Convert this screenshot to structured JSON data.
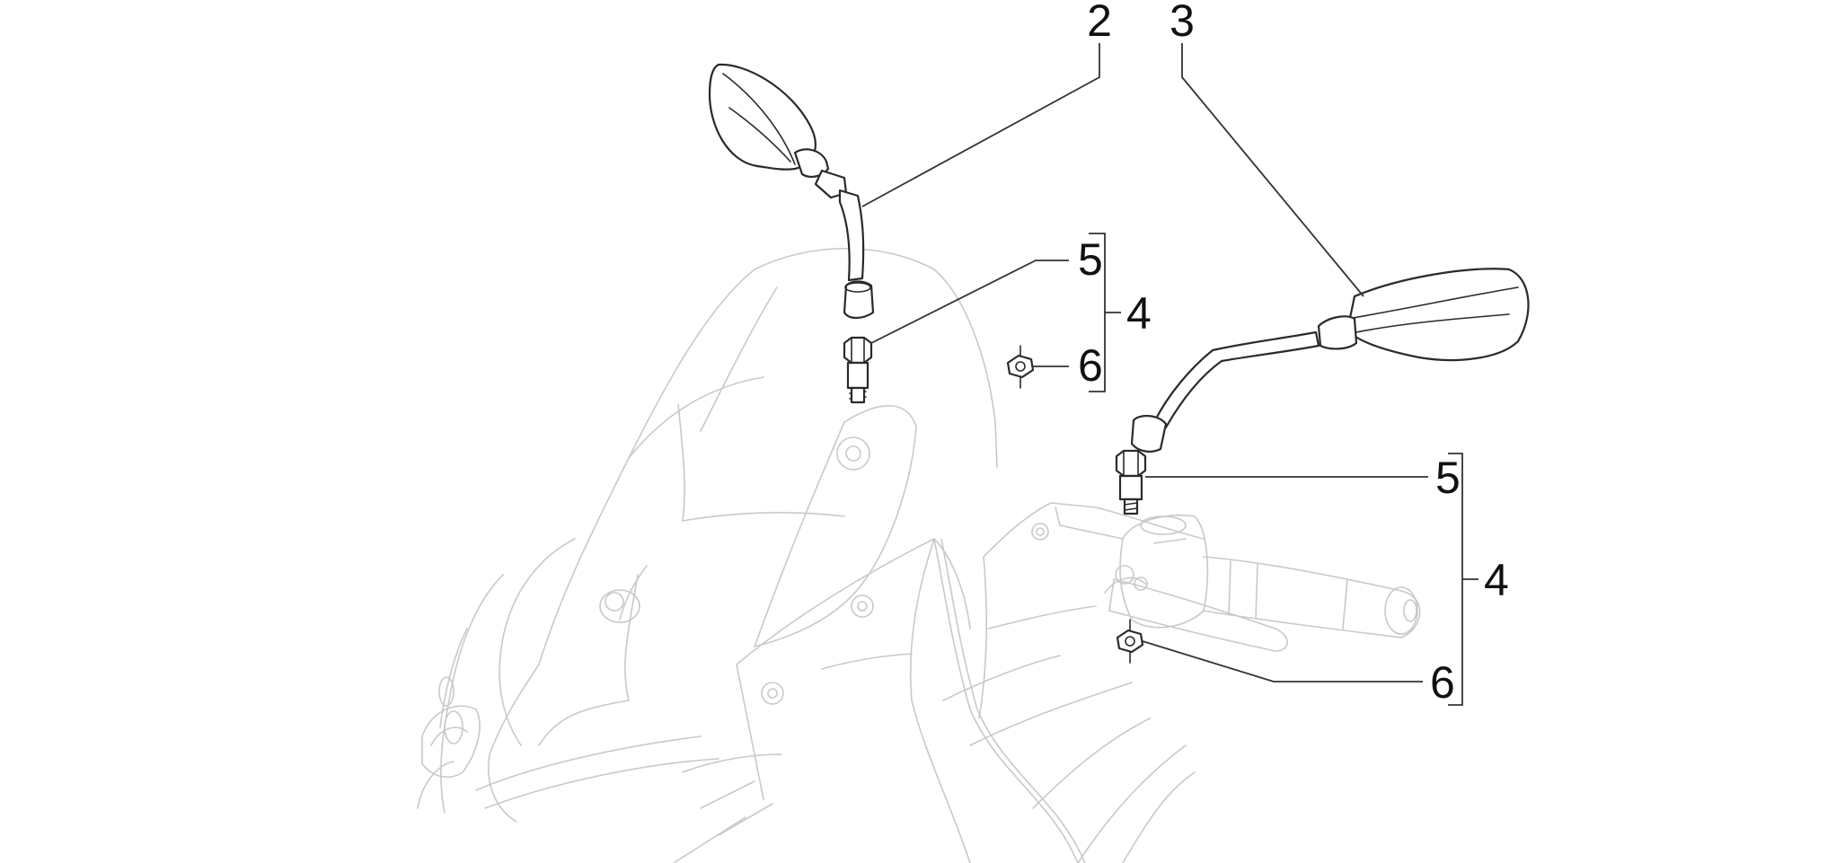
{
  "callouts": {
    "rearview_mirror_left": "2",
    "rearview_mirror_right": "3",
    "kit_upper": "4",
    "kit_lower": "4",
    "adaptor_upper": "5",
    "adaptor_lower": "5",
    "nut_upper": "6",
    "nut_lower": "6"
  },
  "colors": {
    "background": "#ffffff",
    "part_outline": "#2a2a2a",
    "background_outline": "#c9c9c9",
    "label": "#111111"
  }
}
